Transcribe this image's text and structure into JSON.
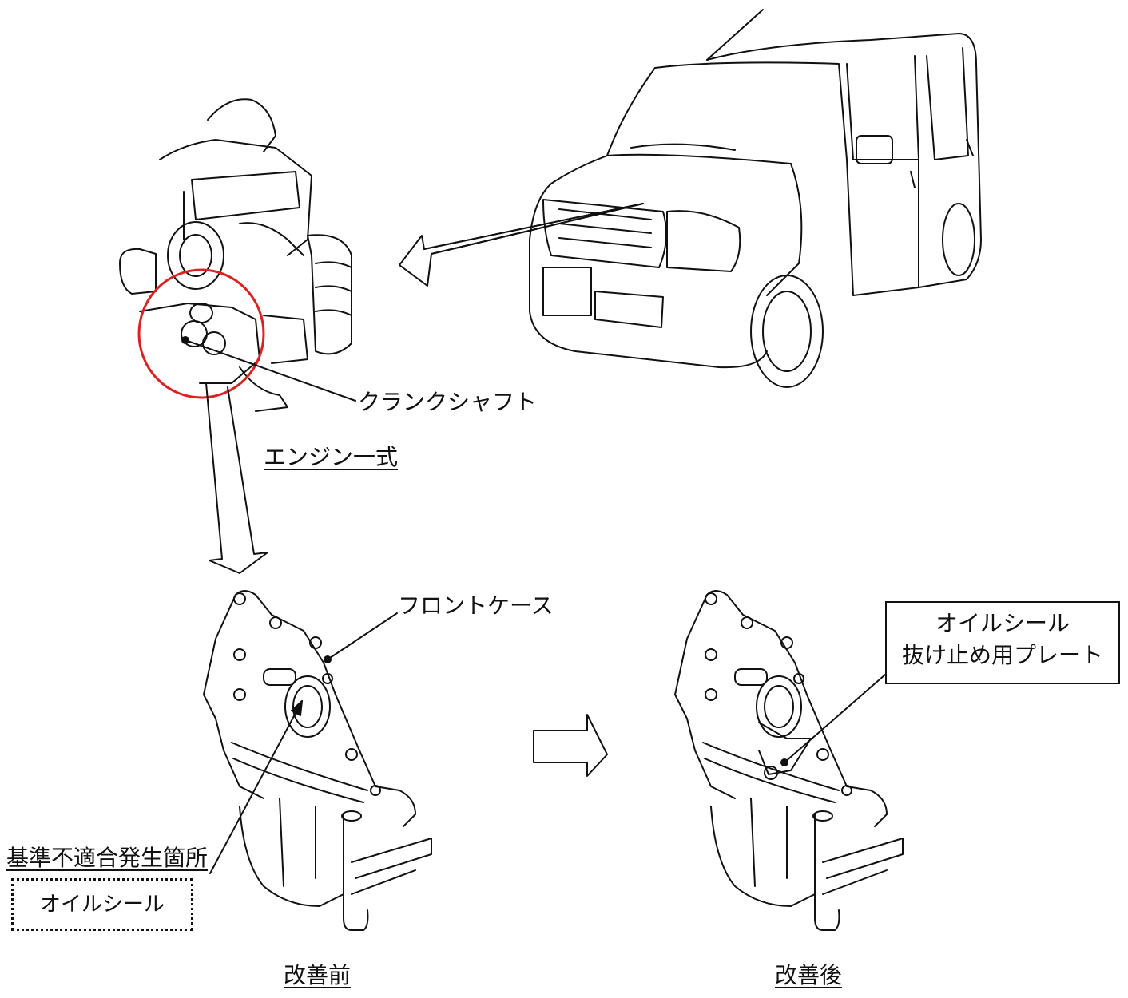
{
  "labels": {
    "crankshaft": "クランクシャフト",
    "engine_assembly": "エンジン一式",
    "front_case": "フロントケース",
    "plate_line1": "オイルシール",
    "plate_line2": "抜け止め用プレート",
    "defect_location": "基準不適合発生箇所",
    "oil_seal": "オイルシール",
    "before": "改善前",
    "after": "改善後"
  },
  "colors": {
    "highlight_circle": "#e02020",
    "line": "#111111"
  }
}
